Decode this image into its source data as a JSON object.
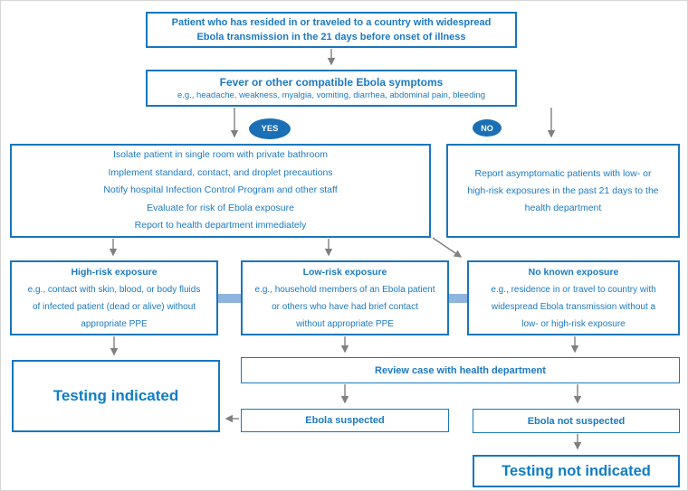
{
  "colors": {
    "box_border": "#1976bd",
    "box_text": "#1b7ac4",
    "emphasis_text": "#0e7dc6",
    "oval_fill": "#1a6fb5",
    "oval_text": "#ffffff",
    "connector_bar": "#8fb4dd",
    "arrow": "#7f7f7f",
    "background": "#ffffff"
  },
  "flowchart": {
    "travel_box": {
      "lines": [
        "Patient who has resided in or traveled to a country with widespread",
        "Ebola transmission in the 21 days before onset of illness"
      ]
    },
    "symptoms_box": {
      "title": "Fever or other compatible Ebola symptoms",
      "subtitle": "e.g., headache, weakness, myalgia, vomiting, diarrhea, abdominal pain, bleeding"
    },
    "decision": {
      "yes": "YES",
      "no": "NO"
    },
    "isolate_box": {
      "lines": [
        "Isolate patient in single room with private bathroom",
        "Implement standard, contact, and droplet precautions",
        "Notify hospital Infection Control Program and other staff",
        "Evaluate for risk of Ebola exposure",
        "Report to health department immediately"
      ]
    },
    "report_box": {
      "lines": [
        "Report asymptomatic patients with low- or",
        "high-risk exposures in the past 21 days to the",
        "health department"
      ]
    },
    "high_risk_box": {
      "title": "High-risk exposure",
      "lines": [
        "e.g., contact with skin, blood, or body fluids",
        "of infected patient (dead or alive) without",
        "appropriate PPE"
      ]
    },
    "low_risk_box": {
      "title": "Low-risk exposure",
      "lines": [
        "e.g., household members of an Ebola patient",
        "or others who have had brief contact",
        "without appropriate PPE"
      ]
    },
    "no_exposure_box": {
      "title": "No known exposure",
      "lines": [
        "e.g., residence in or travel to country with",
        "widespread Ebola transmission without a",
        "low- or high-risk exposure"
      ]
    },
    "testing_indicated_box": {
      "label": "Testing indicated"
    },
    "review_box": {
      "label": "Review case with health department"
    },
    "ebola_suspected_box": {
      "label": "Ebola suspected"
    },
    "ebola_not_suspected_box": {
      "label": "Ebola not suspected"
    },
    "testing_not_indicated_box": {
      "label": "Testing not indicated"
    }
  }
}
